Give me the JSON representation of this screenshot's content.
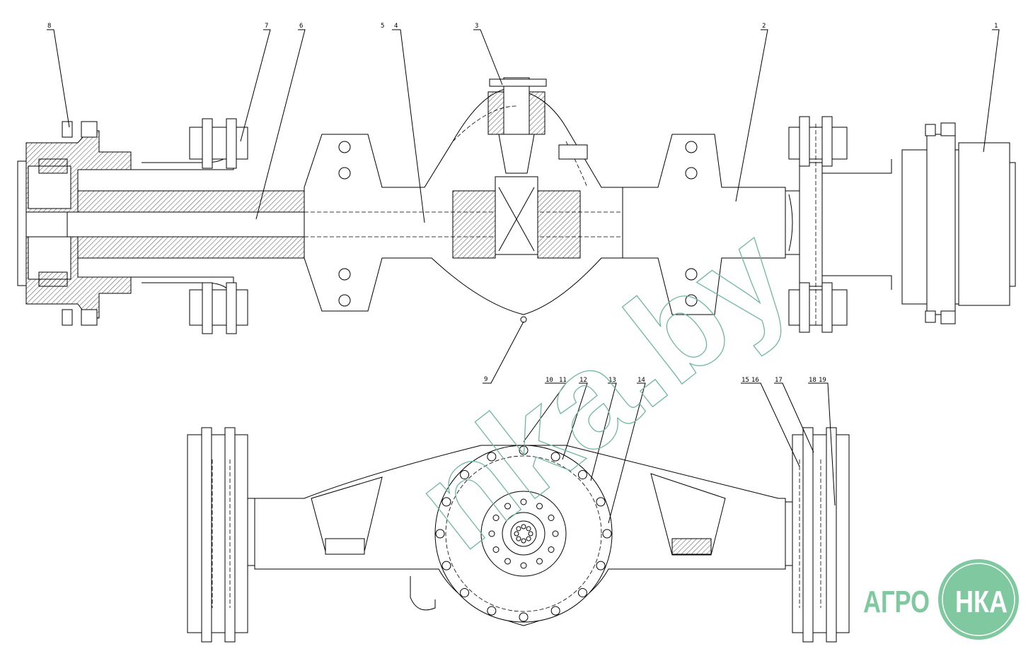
{
  "drawing": {
    "top_view_callouts": [
      "8",
      "7",
      "6",
      "5",
      "4",
      "3",
      "2",
      "1"
    ],
    "center_callout": "9",
    "bottom_view_callouts": [
      "10",
      "11",
      "12",
      "13",
      "14",
      "15",
      "16",
      "17",
      "18",
      "19"
    ]
  },
  "watermark": {
    "text": "nka.by"
  },
  "logo": {
    "part1": "АГРО",
    "part2": "НКА",
    "color": "#80c9a0"
  }
}
